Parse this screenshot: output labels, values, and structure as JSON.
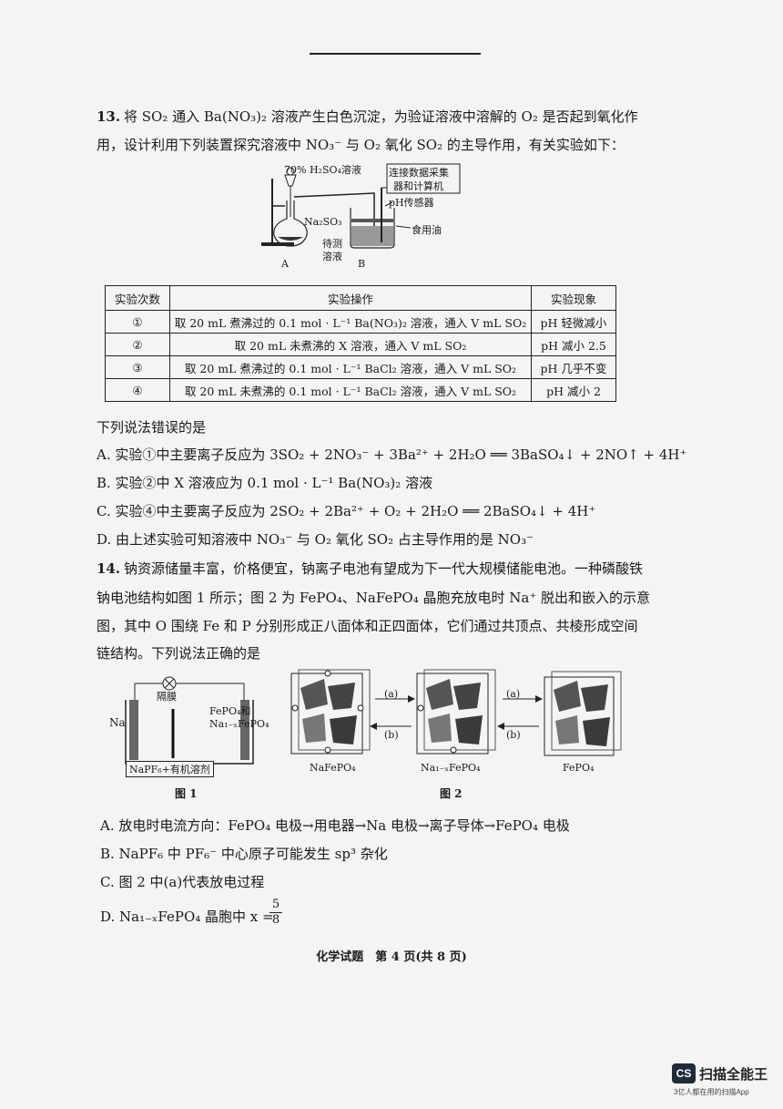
{
  "q13": {
    "number": "13.",
    "line1": "将 SO₂ 通入 Ba(NO₃)₂ 溶液产生白色沉淀，为验证溶液中溶解的 O₂ 是否起到氧化作",
    "line2": "用，设计利用下列装置探究溶液中 NO₃⁻ 与 O₂ 氧化 SO₂ 的主导作用，有关实验如下：",
    "apparatus": {
      "acid_label": "70% H₂SO₄溶液",
      "flask_label": "Na₂SO₃",
      "box_line1": "连接数据采集",
      "box_line2": "器和计算机",
      "sensor_label": "pH传感器",
      "oil_label": "食用油",
      "solution_line1": "待测",
      "solution_line2": "溶液",
      "label_a": "A",
      "label_b": "B"
    },
    "table": {
      "headers": [
        "实验次数",
        "实验操作",
        "实验现象"
      ],
      "rows": [
        [
          "①",
          "取 20 mL 煮沸过的 0.1 mol · L⁻¹ Ba(NO₃)₂ 溶液，通入 V mL SO₂",
          "pH 轻微减小"
        ],
        [
          "②",
          "取 20 mL 未煮沸的 X 溶液，通入 V mL SO₂",
          "pH 减小 2.5"
        ],
        [
          "③",
          "取 20 mL 煮沸过的 0.1 mol · L⁻¹ BaCl₂ 溶液，通入 V mL SO₂",
          "pH 几乎不变"
        ],
        [
          "④",
          "取 20 mL 未煮沸的 0.1 mol · L⁻¹ BaCl₂ 溶液，通入 V mL SO₂",
          "pH 减小 2"
        ]
      ]
    },
    "prompt": "下列说法错误的是",
    "options": [
      "A. 实验①中主要离子反应为 3SO₂ + 2NO₃⁻ + 3Ba²⁺ + 2H₂O ══ 3BaSO₄↓ + 2NO↑ + 4H⁺",
      "B. 实验②中 X 溶液应为 0.1 mol · L⁻¹ Ba(NO₃)₂ 溶液",
      "C. 实验④中主要离子反应为 2SO₂ + 2Ba²⁺ + O₂ + 2H₂O ══ 2BaSO₄↓ + 4H⁺",
      "D. 由上述实验可知溶液中 NO₃⁻ 与 O₂ 氧化 SO₂ 占主导作用的是 NO₃⁻"
    ]
  },
  "q14": {
    "number": "14.",
    "line1": "钠资源储量丰富，价格便宜，钠离子电池有望成为下一代大规模储能电池。一种磷酸铁",
    "line2": "钠电池结构如图 1 所示；图 2 为 FePO₄、NaFePO₄ 晶胞充放电时 Na⁺ 脱出和嵌入的示意",
    "line3": "图，其中 O 围绕 Fe 和 P 分别形成正八面体和正四面体，它们通过共顶点、共棱形成空间",
    "line4": "链结构。下列说法正确的是",
    "fig1": {
      "separator": "隔膜",
      "na": "Na",
      "electrode_line1": "FePO₄和",
      "electrode_line2": "Na₁₋ₓFePO₄",
      "electrolyte": "NaPF₆+有机溶剂",
      "caption": "图 1"
    },
    "fig2": {
      "arrow_a": "(a)",
      "arrow_b": "(b)",
      "cell1": "NaFePO₄",
      "cell2": "Na₁₋ₓFePO₄",
      "cell3": "FePO₄",
      "caption": "图 2"
    },
    "options": [
      "A. 放电时电流方向：FePO₄ 电极→用电器→Na 电极→离子导体→FePO₄ 电极",
      "B. NaPF₆ 中 PF₆⁻ 中心原子可能发生 sp³ 杂化",
      "C. 图 2 中(a)代表放电过程",
      "D. Na₁₋ₓFePO₄ 晶胞中 x ="
    ],
    "fraction": {
      "num": "5",
      "den": "8"
    }
  },
  "footer": "化学试题　第 4 页(共 8 页)",
  "watermark": {
    "logo": "CS",
    "name": "扫描全能王",
    "sub": "3亿人都在用的扫描App"
  }
}
